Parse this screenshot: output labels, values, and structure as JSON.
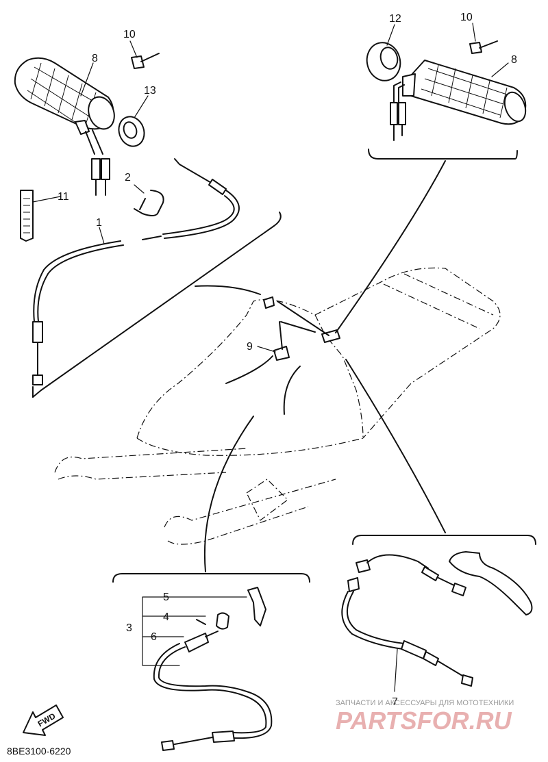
{
  "diagram": {
    "part_code": "8BE3100-6220",
    "fwd_label": "FWD",
    "callouts": {
      "c1": "1",
      "c2": "2",
      "c3": "3",
      "c4": "4",
      "c5": "5",
      "c6": "6",
      "c7": "7",
      "c8_left": "8",
      "c8_right": "8",
      "c9": "9",
      "c10_left": "10",
      "c10_right": "10",
      "c11": "11",
      "c12": "12",
      "c13": "13"
    }
  },
  "watermark": {
    "tagline": "ЗАПЧАСТИ И АКСЕССУАРЫ ДЛЯ МОТОТЕХНИКИ",
    "logo": "PARTSFOR.RU"
  }
}
